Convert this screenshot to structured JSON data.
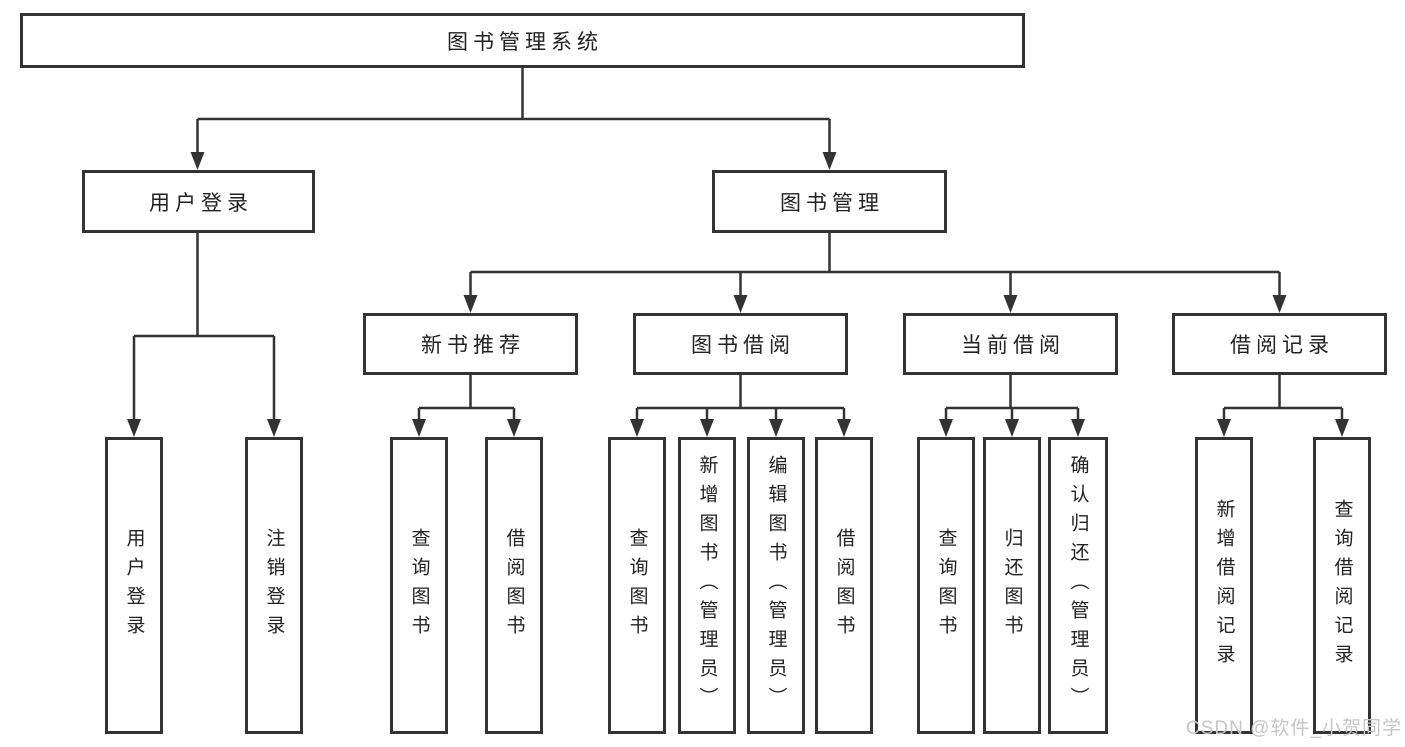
{
  "colors": {
    "line": "#333333",
    "text": "#222222",
    "watermark": "#c6c6c6",
    "background": "#ffffff"
  },
  "watermark": {
    "text": "CSDN @软件_小贺同学"
  },
  "tree": {
    "root": {
      "label": "图书管理系统"
    },
    "branches": [
      {
        "label": "用户登录",
        "children": [
          {
            "label": "用户登录"
          },
          {
            "label": "注销登录"
          }
        ]
      },
      {
        "label": "图书管理",
        "children": [
          {
            "label": "新书推荐",
            "children": [
              {
                "label": "查询图书"
              },
              {
                "label": "借阅图书"
              }
            ]
          },
          {
            "label": "图书借阅",
            "children": [
              {
                "label": "查询图书"
              },
              {
                "label": "新增图书（管理员）"
              },
              {
                "label": "编辑图书（管理员）"
              },
              {
                "label": "借阅图书"
              }
            ]
          },
          {
            "label": "当前借阅",
            "children": [
              {
                "label": "查询图书"
              },
              {
                "label": "归还图书"
              },
              {
                "label": "确认归还（管理员）"
              }
            ]
          },
          {
            "label": "借阅记录",
            "children": [
              {
                "label": "新增借阅记录"
              },
              {
                "label": "查询借阅记录"
              }
            ]
          }
        ]
      }
    ]
  }
}
